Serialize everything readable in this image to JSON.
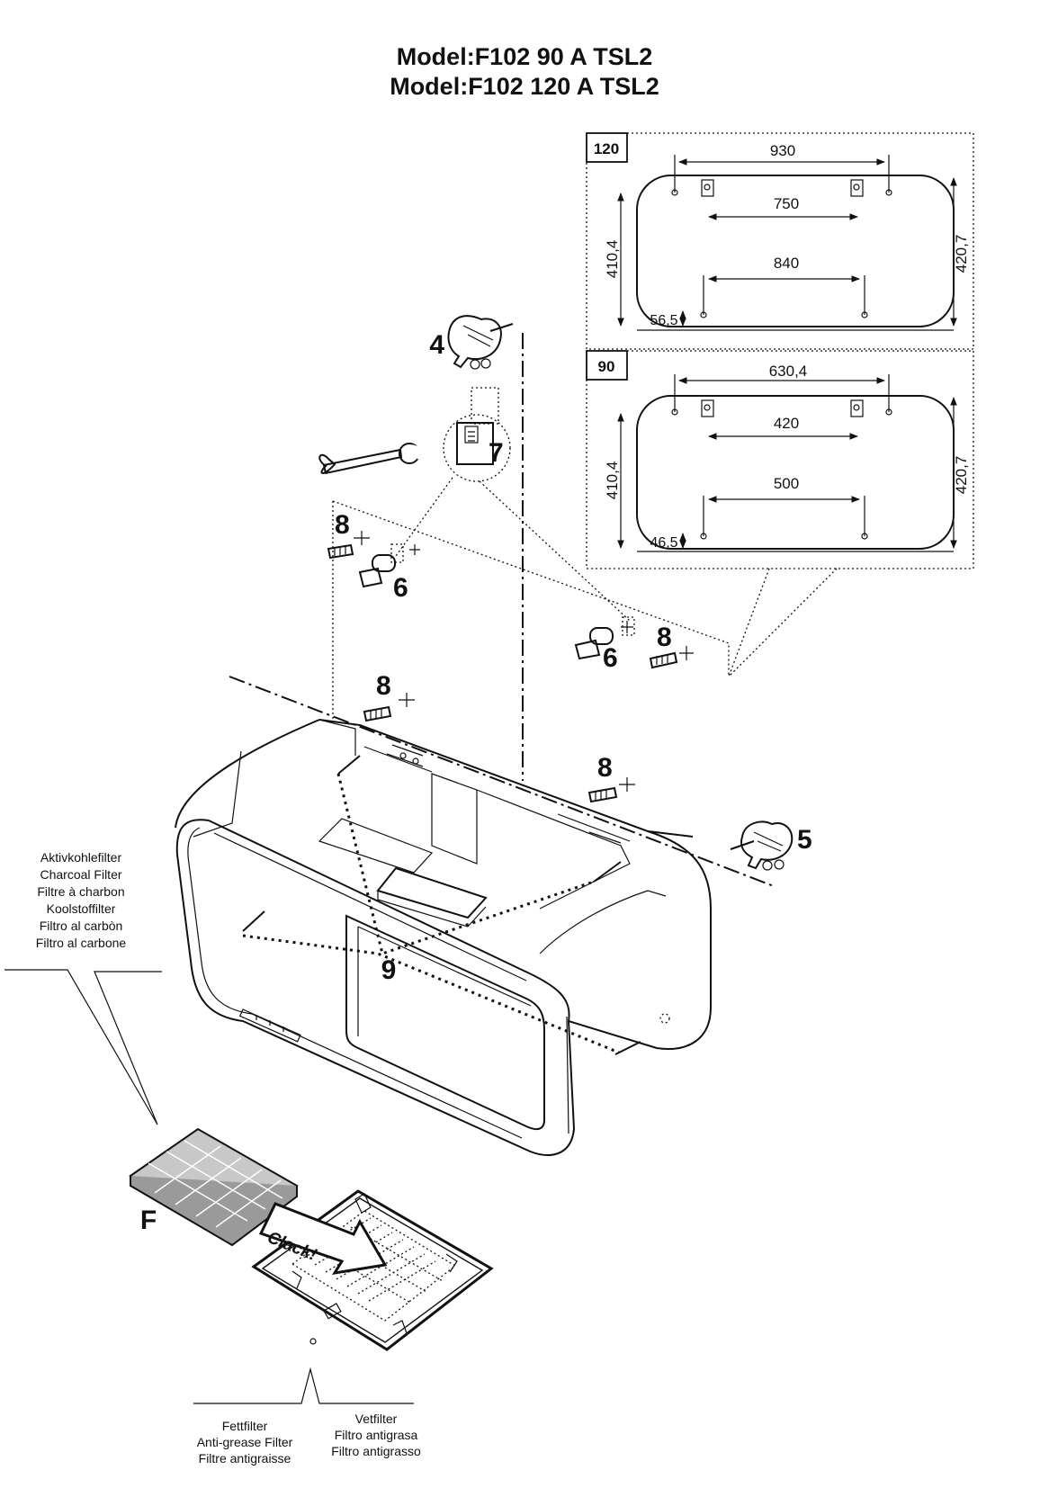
{
  "title": {
    "line1": "Model:F102 90 A  TSL2",
    "line2": "Model:F102 120 A TSL2"
  },
  "panel_120": {
    "tag": "120",
    "dim_top": "930",
    "dim_mid": "750",
    "dim_low": "840",
    "dim_left": "410,4",
    "dim_right": "420,7",
    "dim_corner": "56,5"
  },
  "panel_90": {
    "tag": "90",
    "dim_top": "630,4",
    "dim_mid": "420",
    "dim_low": "500",
    "dim_left": "410,4",
    "dim_right": "420,7",
    "dim_corner": "46,5"
  },
  "callouts": {
    "c4": "4",
    "c5": "5",
    "c6": "6",
    "c7": "7",
    "c8": "8",
    "c9": "9",
    "f": "F",
    "clack": "Clack!"
  },
  "charcoal_filter": [
    "Aktivkohlefilter",
    "Charcoal  Filter",
    "Filtre à charbon",
    "Koolstoffilter",
    "Filtro  al  carbòn",
    "Filtro al  carbone"
  ],
  "grease_filter_left": [
    "Fettfilter",
    "Anti-grease  Filter",
    "Filtre  antigraisse"
  ],
  "grease_filter_right": [
    "Vetfilter",
    "Filtro  antigrasa",
    "Filtro  antigrasso"
  ]
}
